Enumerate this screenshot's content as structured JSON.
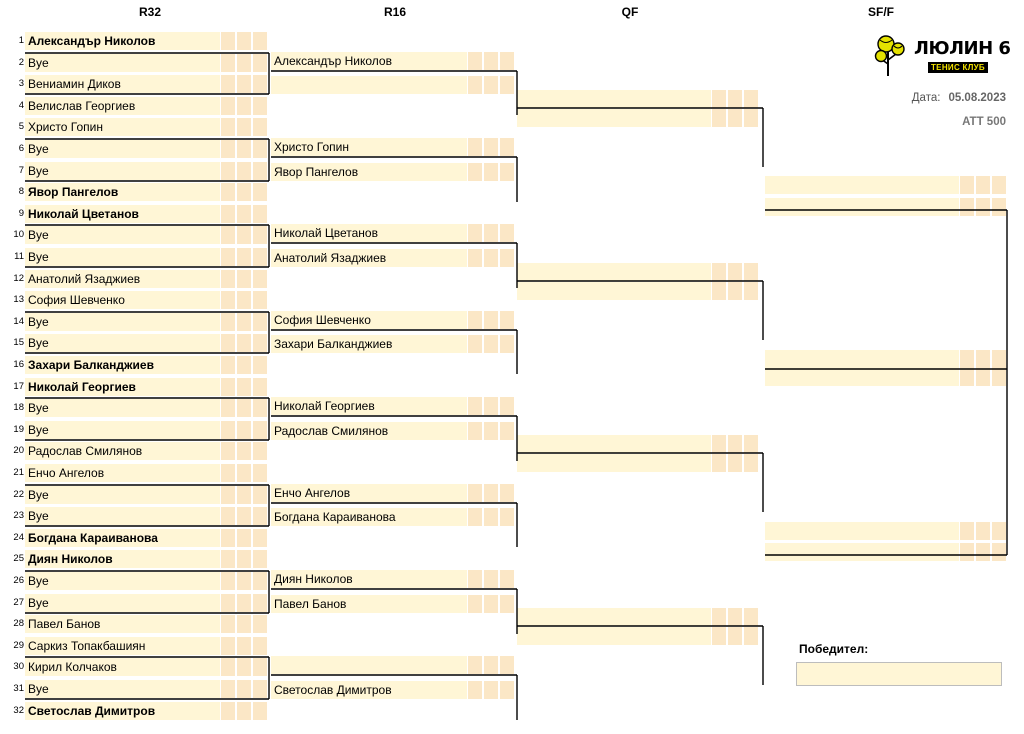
{
  "headers": {
    "r32": "R32",
    "r16": "R16",
    "qf": "QF",
    "sff": "SF/F"
  },
  "logo": {
    "title": "ЛЮЛИН 6",
    "subtitle": "ТЕНИС КЛУБ"
  },
  "meta": {
    "date_label": "Дата:",
    "date_value": "05.08.2023",
    "category": "ATT 500"
  },
  "winner_label": "Победител:",
  "r32": [
    {
      "num": "1",
      "name": "Александър Николов",
      "bold": true
    },
    {
      "num": "2",
      "name": "Bye",
      "bold": false
    },
    {
      "num": "3",
      "name": "Вениамин Диков",
      "bold": false
    },
    {
      "num": "4",
      "name": "Велислав Георгиев",
      "bold": false
    },
    {
      "num": "5",
      "name": "Христо Гопин",
      "bold": false
    },
    {
      "num": "6",
      "name": "Bye",
      "bold": false
    },
    {
      "num": "7",
      "name": "Bye",
      "bold": false
    },
    {
      "num": "8",
      "name": "Явор Пангелов",
      "bold": true
    },
    {
      "num": "9",
      "name": "Николай Цветанов",
      "bold": true
    },
    {
      "num": "10",
      "name": "Bye",
      "bold": false
    },
    {
      "num": "11",
      "name": "Bye",
      "bold": false
    },
    {
      "num": "12",
      "name": "Анатолий Язаджиев",
      "bold": false
    },
    {
      "num": "13",
      "name": "София Шевченко",
      "bold": false
    },
    {
      "num": "14",
      "name": "Bye",
      "bold": false
    },
    {
      "num": "15",
      "name": "Bye",
      "bold": false
    },
    {
      "num": "16",
      "name": "Захари Балканджиев",
      "bold": true
    },
    {
      "num": "17",
      "name": "Николай Георгиев",
      "bold": true
    },
    {
      "num": "18",
      "name": "Bye",
      "bold": false
    },
    {
      "num": "19",
      "name": "Bye",
      "bold": false
    },
    {
      "num": "20",
      "name": "Радослав Смилянов",
      "bold": false
    },
    {
      "num": "21",
      "name": "Енчо Ангелов",
      "bold": false
    },
    {
      "num": "22",
      "name": "Bye",
      "bold": false
    },
    {
      "num": "23",
      "name": "Bye",
      "bold": false
    },
    {
      "num": "24",
      "name": "Богдана Караиванова",
      "bold": true
    },
    {
      "num": "25",
      "name": "Диян Николов",
      "bold": true
    },
    {
      "num": "26",
      "name": "Bye",
      "bold": false
    },
    {
      "num": "27",
      "name": "Bye",
      "bold": false
    },
    {
      "num": "28",
      "name": "Павел Банов",
      "bold": false
    },
    {
      "num": "29",
      "name": "Саркиз Топакбашиян",
      "bold": false
    },
    {
      "num": "30",
      "name": "Кирил Колчаков",
      "bold": false
    },
    {
      "num": "31",
      "name": "Bye",
      "bold": false
    },
    {
      "num": "32",
      "name": "Светослав Димитров",
      "bold": true
    }
  ],
  "r16": [
    "Александър Николов",
    "",
    "Христо Гопин",
    "Явор Пангелов",
    "Николай Цветанов",
    "Анатолий Язаджиев",
    "София Шевченко",
    "Захари Балканджиев",
    "Николай Георгиев",
    "Радослав Смилянов",
    "Енчо Ангелов",
    "Богдана Караиванова",
    "Диян Николов",
    "Павел Банов",
    "",
    "Светослав Димитров"
  ],
  "qf": [
    "",
    "",
    "",
    "",
    "",
    "",
    "",
    ""
  ],
  "sf": [
    "",
    "",
    "",
    ""
  ],
  "winner": ""
}
